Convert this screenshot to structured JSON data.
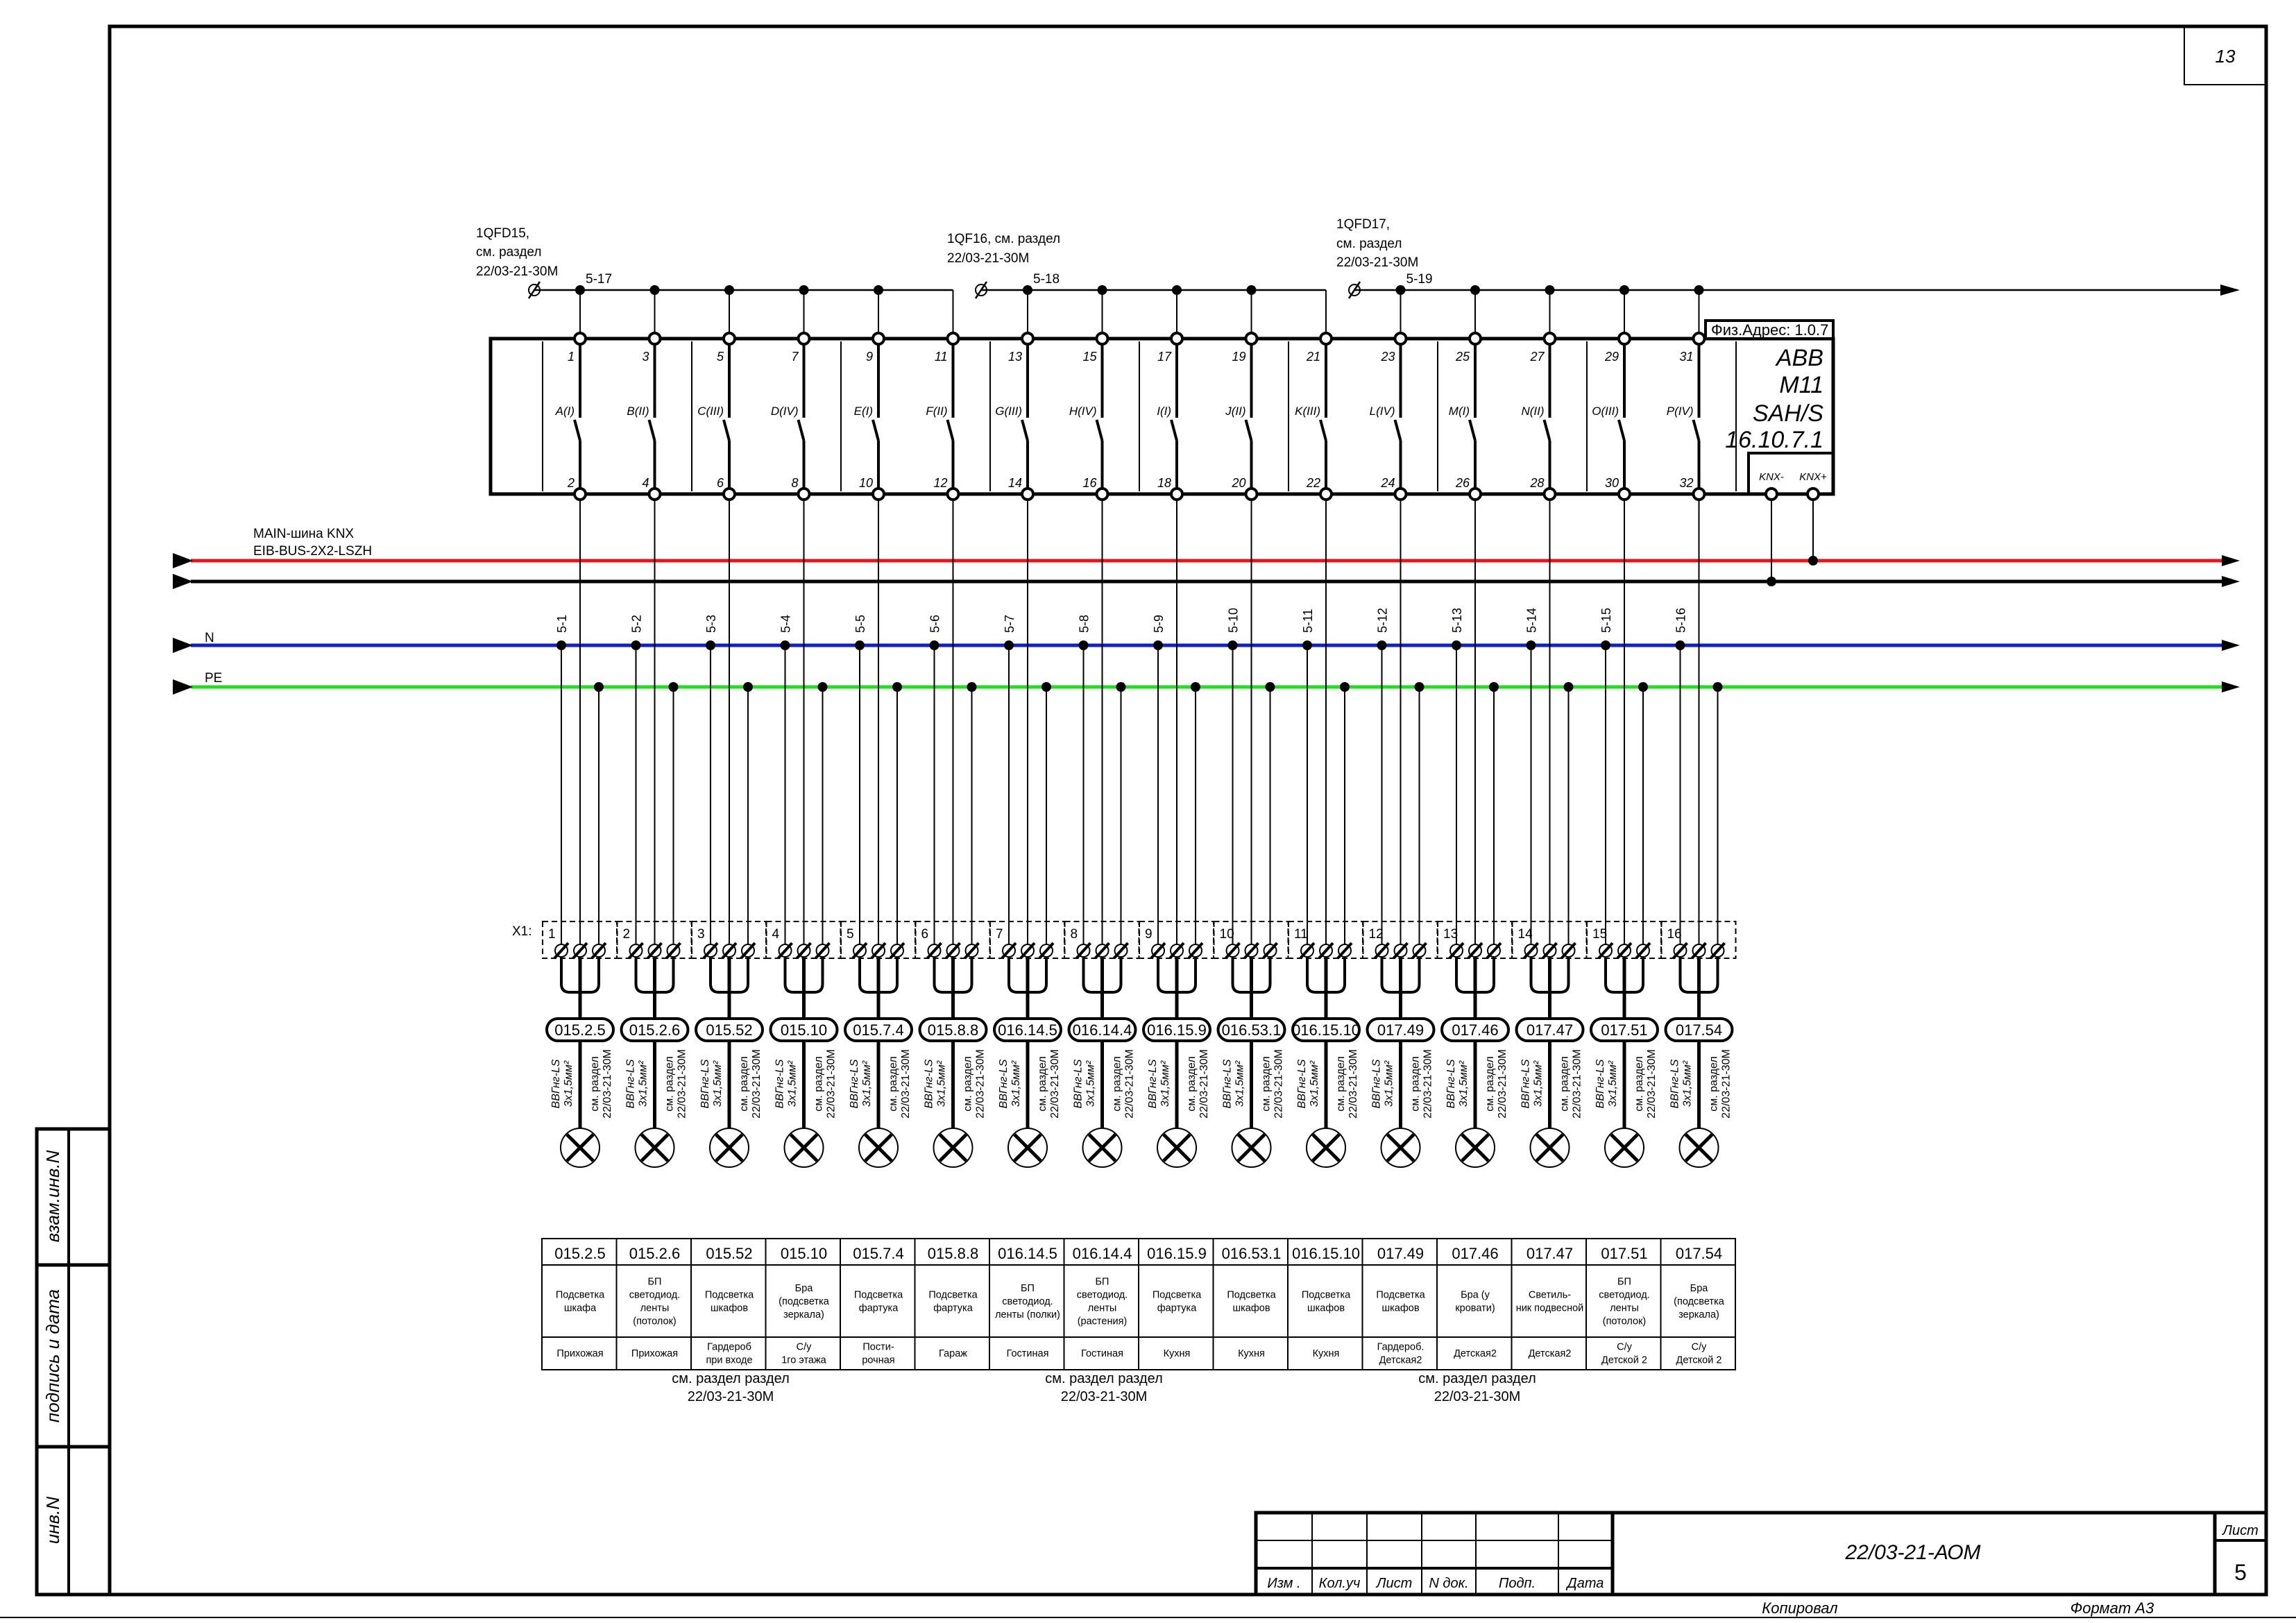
{
  "sheet": {
    "page_number": "13",
    "document_code": "22/03-21-АОМ",
    "sheet_label": "Лист",
    "sheet_number": "5",
    "copied_label": "Копировал",
    "format_label": "Формат А3",
    "title_columns": [
      "Изм .",
      "Кол.уч",
      "Лист",
      "N док.",
      "Подп.",
      "Дата"
    ],
    "side_stamp": [
      "взам.инв.N",
      "подпись и дата",
      "инв.N"
    ]
  },
  "colors": {
    "knx_red": "#e8141c",
    "knx_black": "#000000",
    "neutral_blue": "#1020c8",
    "pe_green": "#22dd22"
  },
  "supply_groups": [
    {
      "breaker_lines": [
        "1QFD15,",
        "см. раздел",
        "22/03-21-30М"
      ],
      "cable": "5-17"
    },
    {
      "breaker_lines": [
        "1QF16, см. раздел",
        "22/03-21-30М"
      ],
      "cable": "5-18"
    },
    {
      "breaker_lines": [
        "1QFD17,",
        "см. раздел",
        "22/03-21-30М"
      ],
      "cable": "5-19"
    }
  ],
  "device": {
    "address": "Физ.Адрес: 1.0.7",
    "lines": [
      "ABB",
      "M11",
      "SAH/S",
      "16.10.7.1"
    ],
    "knx_minus": "KNX-",
    "knx_plus": "KNX+"
  },
  "buses": {
    "knx_lines": [
      "MAIN-шина KNX",
      "EIB-BUS-2X2-LSZH"
    ],
    "n_label": "N",
    "pe_label": "PE"
  },
  "terminal_block_label": "X1:",
  "cable_spec": {
    "type": "ВВГнг-LS",
    "section": "3х1,5мм²",
    "ref1": "см. раздел",
    "ref2": "22/03-21-30М"
  },
  "channels": [
    {
      "in": "1",
      "out": "2",
      "name": "A(I)",
      "n": "5-1",
      "term": "1",
      "id": "015.2.5",
      "desc": [
        "Подсветка",
        "шкафа"
      ],
      "room": [
        "Прихожая"
      ]
    },
    {
      "in": "3",
      "out": "4",
      "name": "B(II)",
      "n": "5-2",
      "term": "2",
      "id": "015.2.6",
      "desc": [
        "БП",
        "светодиод.",
        "ленты",
        "(потолок)"
      ],
      "room": [
        "Прихожая"
      ]
    },
    {
      "in": "5",
      "out": "6",
      "name": "C(III)",
      "n": "5-3",
      "term": "3",
      "id": "015.52",
      "desc": [
        "Подсветка",
        "шкафов"
      ],
      "room": [
        "Гардероб",
        "при входе"
      ]
    },
    {
      "in": "7",
      "out": "8",
      "name": "D(IV)",
      "n": "5-4",
      "term": "4",
      "id": "015.10",
      "desc": [
        "Бра",
        "(подсветка",
        "зеркала)"
      ],
      "room": [
        "С/у",
        "1го этажа"
      ]
    },
    {
      "in": "9",
      "out": "10",
      "name": "E(I)",
      "n": "5-5",
      "term": "5",
      "id": "015.7.4",
      "desc": [
        "Подсветка",
        "фартука"
      ],
      "room": [
        "Пости-",
        "рочная"
      ]
    },
    {
      "in": "11",
      "out": "12",
      "name": "F(II)",
      "n": "5-6",
      "term": "6",
      "id": "015.8.8",
      "desc": [
        "Подсветка",
        "фартука"
      ],
      "room": [
        "Гараж"
      ]
    },
    {
      "in": "13",
      "out": "14",
      "name": "G(III)",
      "n": "5-7",
      "term": "7",
      "id": "016.14.5",
      "desc": [
        "БП",
        "светодиод.",
        "ленты (полки)"
      ],
      "room": [
        "Гостиная"
      ]
    },
    {
      "in": "15",
      "out": "16",
      "name": "H(IV)",
      "n": "5-8",
      "term": "8",
      "id": "016.14.4",
      "desc": [
        "БП",
        "светодиод.",
        "ленты",
        "(растения)"
      ],
      "room": [
        "Гостиная"
      ]
    },
    {
      "in": "17",
      "out": "18",
      "name": "I(I)",
      "n": "5-9",
      "term": "9",
      "id": "016.15.9",
      "desc": [
        "Подсветка",
        "фартука"
      ],
      "room": [
        "Кухня"
      ]
    },
    {
      "in": "19",
      "out": "20",
      "name": "J(II)",
      "n": "5-10",
      "term": "10",
      "id": "016.53.1",
      "desc": [
        "Подсветка",
        "шкафов"
      ],
      "room": [
        "Кухня"
      ]
    },
    {
      "in": "21",
      "out": "22",
      "name": "K(III)",
      "n": "5-11",
      "term": "11",
      "id": "016.15.10",
      "desc": [
        "Подсветка",
        "шкафов"
      ],
      "room": [
        "Кухня"
      ]
    },
    {
      "in": "23",
      "out": "24",
      "name": "L(IV)",
      "n": "5-12",
      "term": "12",
      "id": "017.49",
      "desc": [
        "Подсветка",
        "шкафов"
      ],
      "room": [
        "Гардероб.",
        "Детская2"
      ]
    },
    {
      "in": "25",
      "out": "26",
      "name": "M(I)",
      "n": "5-13",
      "term": "13",
      "id": "017.46",
      "desc": [
        "Бра (у",
        "кровати)"
      ],
      "room": [
        "Детская2"
      ]
    },
    {
      "in": "27",
      "out": "28",
      "name": "N(II)",
      "n": "5-14",
      "term": "14",
      "id": "017.47",
      "desc": [
        "Светиль-",
        "ник подвесной"
      ],
      "room": [
        "Детская2"
      ]
    },
    {
      "in": "29",
      "out": "30",
      "name": "O(III)",
      "n": "5-15",
      "term": "15",
      "id": "017.51",
      "desc": [
        "БП",
        "светодиод.",
        "ленты",
        "(потолок)"
      ],
      "room": [
        "С/у",
        "Детской 2"
      ]
    },
    {
      "in": "31",
      "out": "32",
      "name": "P(IV)",
      "n": "5-16",
      "term": "16",
      "id": "017.54",
      "desc": [
        "Бра",
        "(подсветка",
        "зеркала)"
      ],
      "room": [
        "С/у",
        "Детской 2"
      ]
    }
  ],
  "table_footnotes": [
    [
      "см. раздел раздел",
      "22/03-21-30М"
    ],
    [
      "см. раздел раздел",
      "22/03-21-30М"
    ],
    [
      "см. раздел раздел",
      "22/03-21-30М"
    ]
  ]
}
